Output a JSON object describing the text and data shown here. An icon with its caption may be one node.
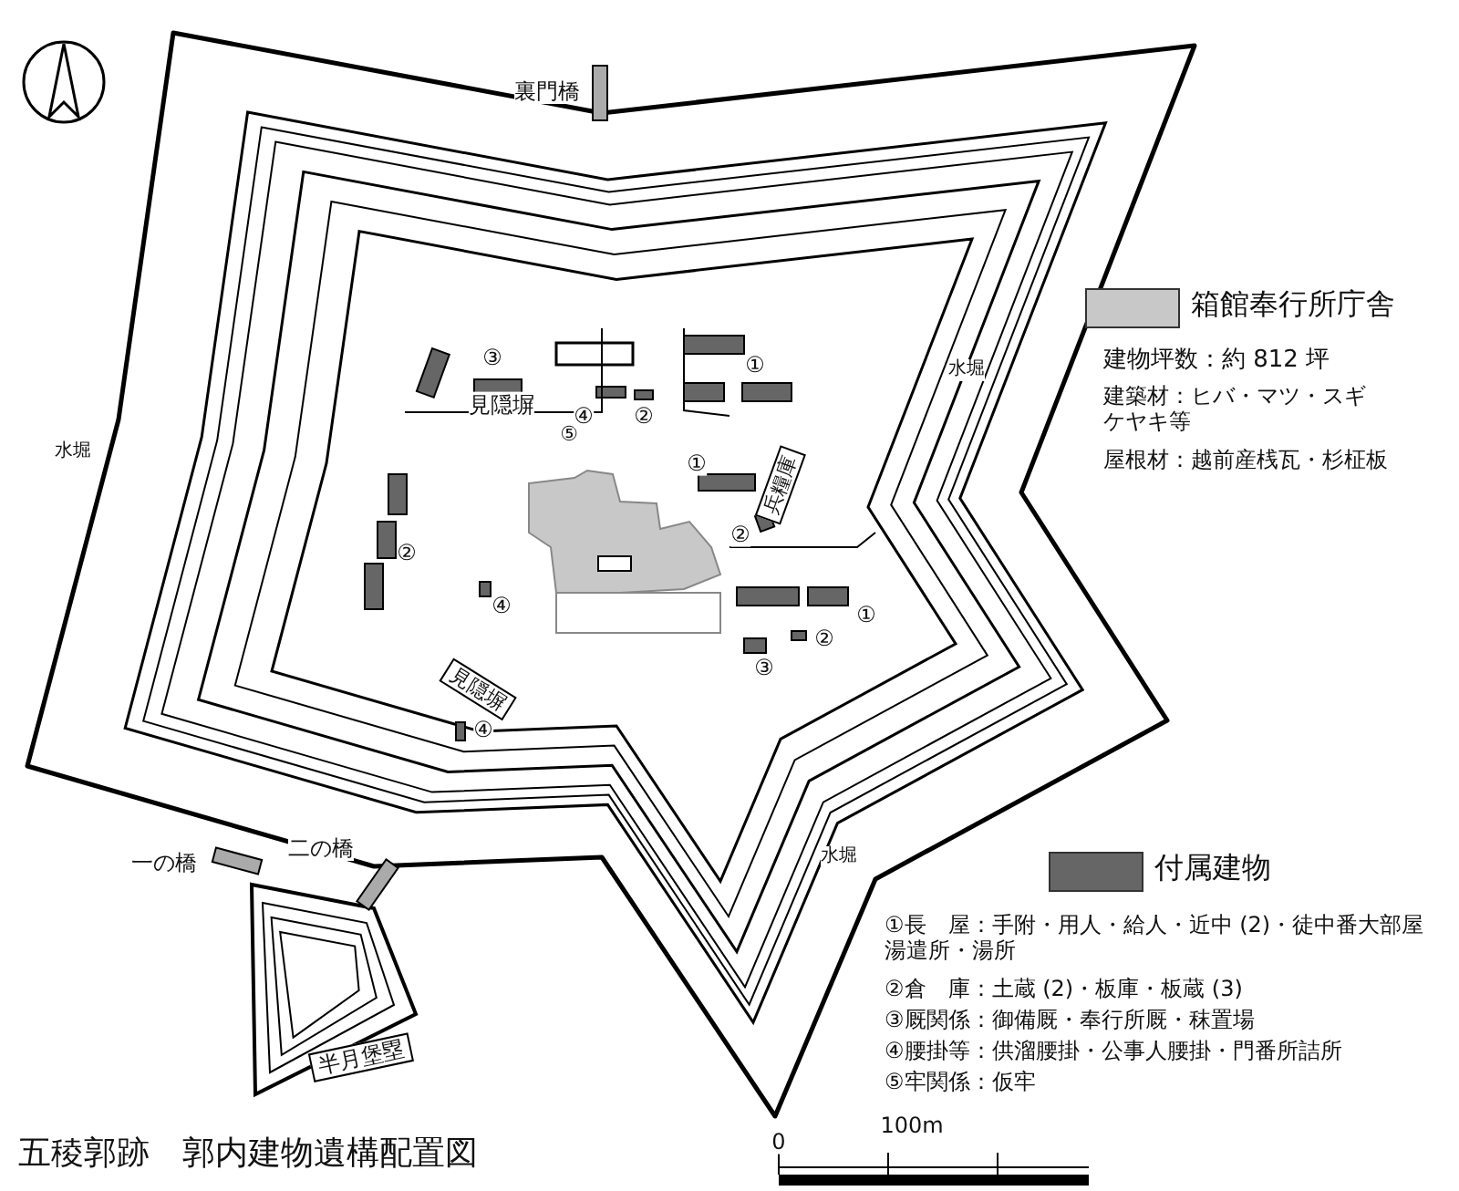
{
  "diagram": {
    "title": "五稜郭跡　郭内建物遺構配置図",
    "labels": [
      "裏門橋",
      "水堀",
      "水堀",
      "③",
      "①",
      "見隠塀",
      "⑤",
      "④",
      "②",
      "①",
      "兵糧庫",
      "②",
      "②",
      "④",
      "①",
      "②",
      "③",
      "見隠塀",
      "④",
      "水堀",
      "一の橋",
      "二の橋",
      "半月堡塁",
      "建物坪数：約 812 坪",
      "建築材：ヒバ・マツ・スギケヤキ等",
      "屋根材：越前産桟瓦・杉柾板",
      "①長　屋：手附・用人・給人・近中 (2)・徒中番大部屋湯遣所・湯所",
      "②倉　庫：土蔵 (2)・板庫・板蔵 (3)",
      "③厩関係：御備厩・奉行所厩・秣置場",
      "④腰掛等：供溜腰掛・公事人腰掛・門番所詰所",
      "⑤牢関係：仮牢",
      "0",
      "100m"
    ],
    "legend": [
      {
        "text": "箱館奉行所庁舎",
        "color": "#c8c8c8"
      },
      {
        "text": "付属建物",
        "color": "#666666"
      }
    ]
  }
}
